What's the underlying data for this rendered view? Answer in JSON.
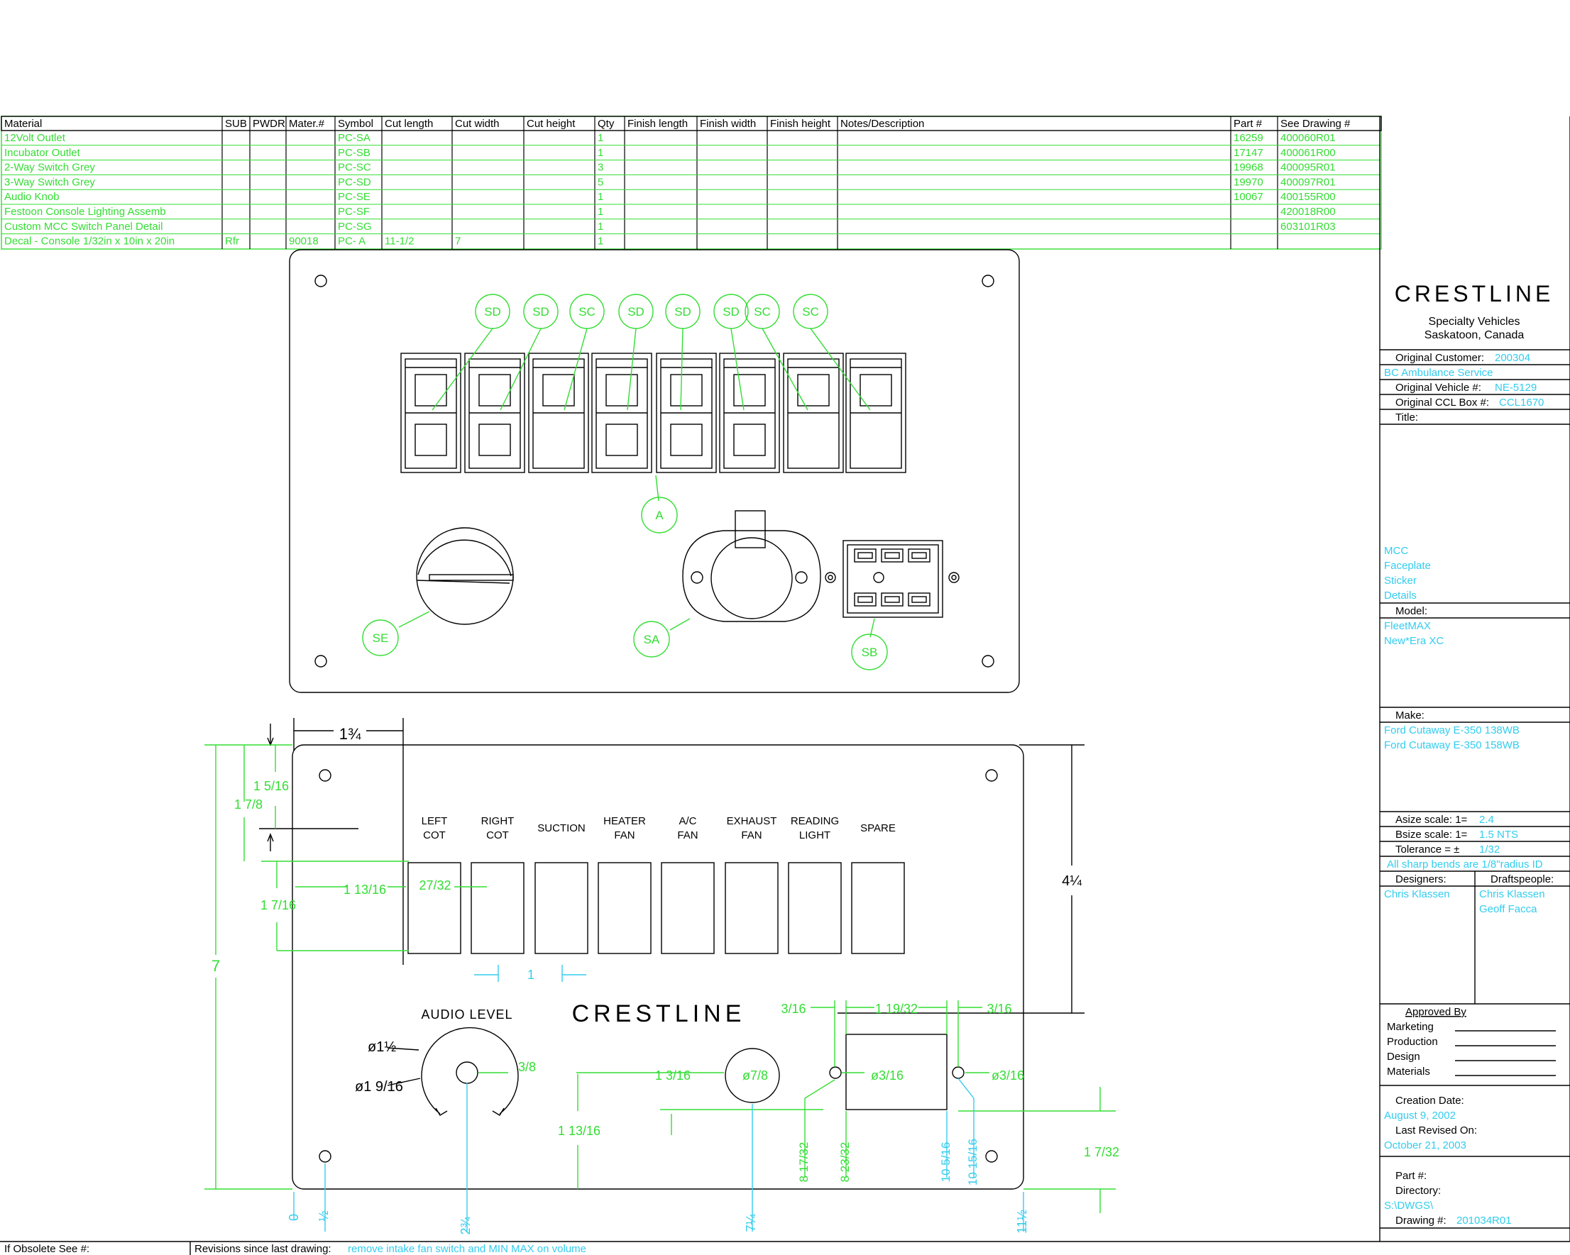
{
  "bom": {
    "headers": [
      "Material",
      "SUB",
      "PWDR",
      "Mater.#",
      "Symbol",
      "Cut length",
      "Cut width",
      "Cut height",
      "Qty",
      "Finish length",
      "Finish width",
      "Finish height",
      "Notes/Description",
      "Part #",
      "See Drawing #"
    ],
    "rows": [
      [
        "12Volt Outlet",
        "",
        "",
        "",
        "PC-SA",
        "",
        "",
        "",
        "1",
        "",
        "",
        "",
        "",
        "16259",
        "400060R01"
      ],
      [
        "Incubator Outlet",
        "",
        "",
        "",
        "PC-SB",
        "",
        "",
        "",
        "1",
        "",
        "",
        "",
        "",
        "17147",
        "400061R00"
      ],
      [
        "2-Way Switch Grey",
        "",
        "",
        "",
        "PC-SC",
        "",
        "",
        "",
        "3",
        "",
        "",
        "",
        "",
        "19968",
        "400095R01"
      ],
      [
        "3-Way Switch Grey",
        "",
        "",
        "",
        "PC-SD",
        "",
        "",
        "",
        "5",
        "",
        "",
        "",
        "",
        "19970",
        "400097R01"
      ],
      [
        "Audio Knob",
        "",
        "",
        "",
        "PC-SE",
        "",
        "",
        "",
        "1",
        "",
        "",
        "",
        "",
        "10067",
        "400155R00"
      ],
      [
        "Festoon Console Lighting        Assemb",
        "",
        "",
        "",
        "PC-SF",
        "",
        "",
        "",
        "1",
        "",
        "",
        "",
        "",
        "",
        "420018R00"
      ],
      [
        "Custom MCC Switch Panel    Detail",
        "",
        "",
        "",
        "PC-SG",
        "",
        "",
        "",
        "1",
        "",
        "",
        "",
        "",
        "",
        "603101R03"
      ],
      [
        "Decal - Console 1/32in x 10in x 20in",
        "Rfr",
        "",
        "90018",
        "PC- A",
        "11-1/2",
        "7",
        "",
        "1",
        "",
        "",
        "",
        "",
        "",
        ""
      ]
    ]
  },
  "title_block": {
    "logo_text": "CRESTLINE",
    "company_line1": "Specialty Vehicles",
    "company_line2": "Saskatoon, Canada",
    "original_customer_label": "Original Customer:",
    "original_customer_value": "200304",
    "customer_name": "BC Ambulance Service",
    "original_vehicle_label": "Original Vehicle #:",
    "original_vehicle_value": "NE-5129",
    "original_ccl_label": "Original CCL Box #:",
    "original_ccl_value": "CCL1670",
    "title_label": "Title:",
    "title_lines": [
      "MCC",
      "Faceplate",
      "Sticker",
      "Details"
    ],
    "model_label": "Model:",
    "model_lines": [
      "FleetMAX",
      "New*Era XC"
    ],
    "make_label": "Make:",
    "make_lines": [
      "Ford Cutaway E-350 138WB",
      "Ford Cutaway E-350 158WB"
    ],
    "asize_label": "Asize scale:  1=",
    "asize_value": "2.4",
    "bsize_label": "Bsize scale:  1=",
    "bsize_value": "1.5 NTS",
    "tolerance_label": "Tolerance = ±",
    "tolerance_value": "1/32",
    "bends_note": "All sharp bends are 1/8\"radius ID",
    "designers_label": "Designers:",
    "designers_value": "Chris Klassen",
    "draftspeople_label": "Draftspeople:",
    "draftspeople_values": [
      "Chris Klassen",
      "Geoff Facca"
    ],
    "approved_by_label": "Approved By",
    "approvals": [
      "Marketing",
      "Production",
      "Design",
      "Materials"
    ],
    "creation_date_label": "Creation Date:",
    "creation_date_value": "August 9, 2002",
    "last_revised_label": "Last Revised On:",
    "last_revised_value": "October 21, 2003",
    "part_label": "Part #:",
    "directory_label": "Directory:",
    "directory_value": "S:\\DWGS\\",
    "drawing_label": "Drawing #:",
    "drawing_value": "201034R01"
  },
  "footer": {
    "obsolete_label": "If Obsolete See #:",
    "revisions_label": "Revisions since last drawing:",
    "revisions_value": "remove intake fan switch and MIN MAX on volume"
  },
  "callouts": {
    "top_row": [
      "SD",
      "SD",
      "SC",
      "SD",
      "SD",
      "SD",
      "SC",
      "SC"
    ],
    "a": "A",
    "se": "SE",
    "sa": "SA",
    "sb": "SB"
  },
  "decal": {
    "switch_labels": [
      [
        "LEFT",
        "COT"
      ],
      [
        "RIGHT",
        "COT"
      ],
      [
        "SUCTION",
        ""
      ],
      [
        "HEATER",
        "FAN"
      ],
      [
        "A/C",
        "FAN"
      ],
      [
        "EXHAUST",
        "FAN"
      ],
      [
        "READING",
        "LIGHT"
      ],
      [
        "SPARE",
        ""
      ]
    ],
    "audio_label": "AUDIO LEVEL",
    "logo_text": "CRESTLINE"
  },
  "dimensions": {
    "top_width": "1¾",
    "left_1_5_16": "1 5/16",
    "left_1_7_8": "1 7/8",
    "switch_offset": "1 13/16",
    "switch_width": "27/32",
    "switch_height": "1 7/16",
    "pitch": "1",
    "overall_height": "7",
    "right_height": "4¼",
    "knob_d1": "ø1½",
    "knob_d2": "ø1 9/16",
    "knob_hole": "3/8",
    "knob_center_h": "1 13/16",
    "outlet_h": "1 3/16",
    "outlet_d": "ø7/8",
    "d3_16_a": "3/16",
    "d1_19_32": "1 19/32",
    "d3_16_b": "3/16",
    "hole_d1": "ø3/16",
    "hole_d2": "ø3/16",
    "bot_1_7_32": "1 7/32",
    "b_zero": "0",
    "b_half": "½",
    "b_2_3_4": "2¾",
    "b_7_1_4": "7¼",
    "b_8_17": "8 17/32",
    "b_8_23": "8 23/32",
    "b_10_5": "10 5/16",
    "b_10_15": "10 15/16",
    "b_11_1_2": "11½"
  }
}
